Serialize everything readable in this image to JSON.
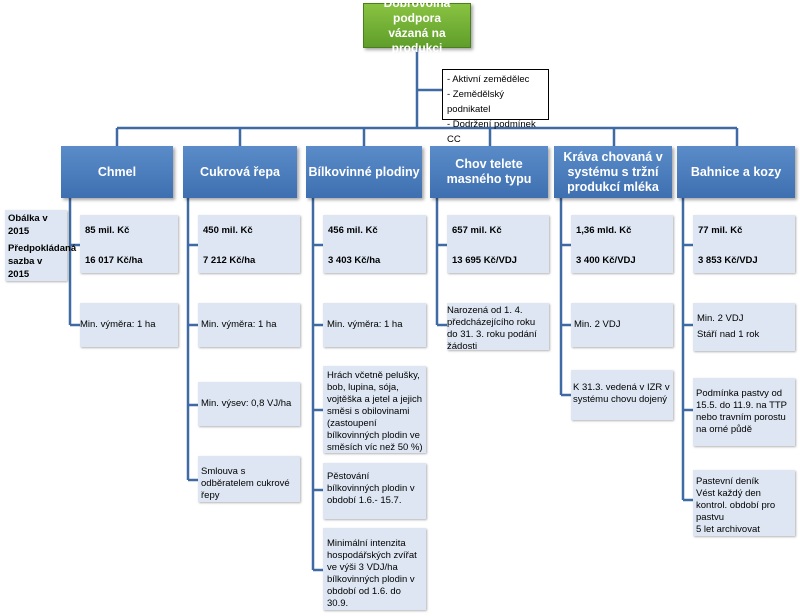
{
  "root": {
    "line1": "Dobrovolná podpora",
    "line2": "vázaná na produkci"
  },
  "conditions": [
    "- Aktivní zemědělec",
    "- Zemědělský podnikatel",
    "- Dodržení podmínek CC"
  ],
  "left_label": {
    "line1": "Obálka v 2015",
    "line2": "Předpokládaná",
    "line3": "sazba v 2015"
  },
  "columns": [
    {
      "title_lines": [
        "Chmel"
      ],
      "envelope": "85 mil. Kč",
      "rate": "16 017 Kč/ha",
      "conditions": [
        "Min. výměra: 1 ha"
      ]
    },
    {
      "title_lines": [
        "Cukrová řepa"
      ],
      "envelope": "450 mil. Kč",
      "rate": "7 212 Kč/ha",
      "conditions": [
        "Min. výměra: 1 ha",
        "Min. výsev: 0,8 VJ/ha",
        "Smlouva s odběratelem cukrové řepy"
      ]
    },
    {
      "title_lines": [
        "Bílkovinné plodiny"
      ],
      "envelope": "456 mil. Kč",
      "rate": "3 403 Kč/ha",
      "conditions": [
        "Min. výměra: 1 ha",
        "Hrách včetně pelušky, bob, lupina, sója, vojtěška a jetel a jejich směsi s obilovinami (zastoupení bílkovinných plodin  ve směsích víc než 50 %)",
        "Pěstování bílkovinných plodin v období 1.6.- 15.7.",
        "Minimální intenzita hospodářských zvířat ve výši 3 VDJ/ha bílkovinných plodin v období od 1.6. do 30.9."
      ]
    },
    {
      "title_lines": [
        "Chov telete",
        "masného typu"
      ],
      "envelope": "657 mil. Kč",
      "rate": "13 695 Kč/VDJ",
      "conditions": [
        "Narozená od 1. 4. předcházejícího roku do 31. 3. roku podání žádosti"
      ]
    },
    {
      "title_lines": [
        "Kráva chovaná v",
        "systému s tržní",
        "produkcí mléka"
      ],
      "envelope": "1,36 mld. Kč",
      "rate": "3 400 Kč/VDJ",
      "conditions": [
        "Min. 2 VDJ",
        "K 31.3. vedená v IZR v systému chovu dojený"
      ]
    },
    {
      "title_lines": [
        "Bahnice a kozy"
      ],
      "envelope": "77 mil. Kč",
      "rate": "3 853 Kč/VDJ",
      "conditions": [
        "Min. 2 VDJ\nStáří nad 1 rok",
        "Podmínka pastvy od 15.5. do 11.9. na TTP nebo travním porostu na orné půdě",
        "Pastevní deník\nVést každý den kontrol. období pro pastvu\n5 let archivovat"
      ]
    }
  ],
  "colors": {
    "root": "#6fae36",
    "header": "#4a7ebd",
    "cell": "#dde6f2",
    "line": "#41669c"
  }
}
